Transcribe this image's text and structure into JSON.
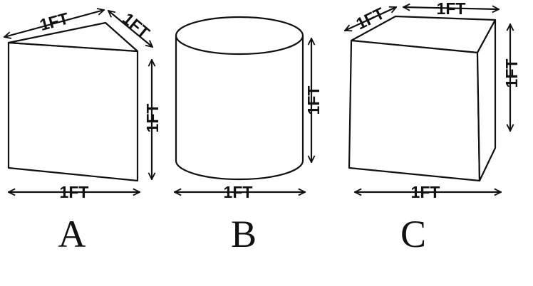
{
  "figures": [
    {
      "letter": "A",
      "dimensions": {
        "top_front": "1FT",
        "top_side": "1FT",
        "height": "1FT",
        "bottom": "1FT"
      }
    },
    {
      "letter": "B",
      "dimensions": {
        "height": "1FT",
        "bottom": "1FT"
      }
    },
    {
      "letter": "C",
      "dimensions": {
        "top_side": "1FT",
        "top_back": "1FT",
        "height": "1FT",
        "bottom": "1FT"
      }
    }
  ]
}
